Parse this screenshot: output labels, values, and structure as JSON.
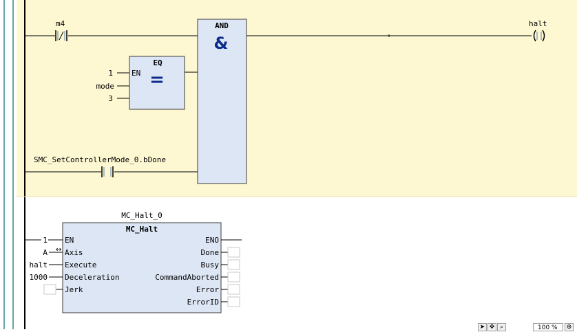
{
  "network1": {
    "contact_m4": "m4",
    "and_block": {
      "title": "AND",
      "symbol": "&"
    },
    "eq_block": {
      "title": "EQ",
      "symbol": "=",
      "en_pin": "EN"
    },
    "eq_inputs": [
      "1",
      "mode",
      "3"
    ],
    "contact_bdone": "SMC_SetControllerMode_0.bDone",
    "coil_halt": "halt"
  },
  "network2": {
    "instance_name": "MC_Halt_0",
    "block_type": "MC_Halt",
    "inputs": [
      {
        "value": "1",
        "pin": "EN"
      },
      {
        "value": "A",
        "pin": "Axis"
      },
      {
        "value": "halt",
        "pin": "Execute"
      },
      {
        "value": "1000",
        "pin": "Deceleration"
      },
      {
        "value": "",
        "pin": "Jerk"
      }
    ],
    "outputs": [
      "ENO",
      "Done",
      "Busy",
      "CommandAborted",
      "Error",
      "ErrorID"
    ]
  },
  "statusbar": {
    "zoom": "100 %"
  },
  "colors": {
    "network_highlight": "#fdf8d2",
    "block_fill": "#dde6f4",
    "block_border": "#3a3a3a",
    "symbol_blue": "#0a2a8c",
    "rail": "#000000",
    "left_edge": "#2a8a8a"
  }
}
